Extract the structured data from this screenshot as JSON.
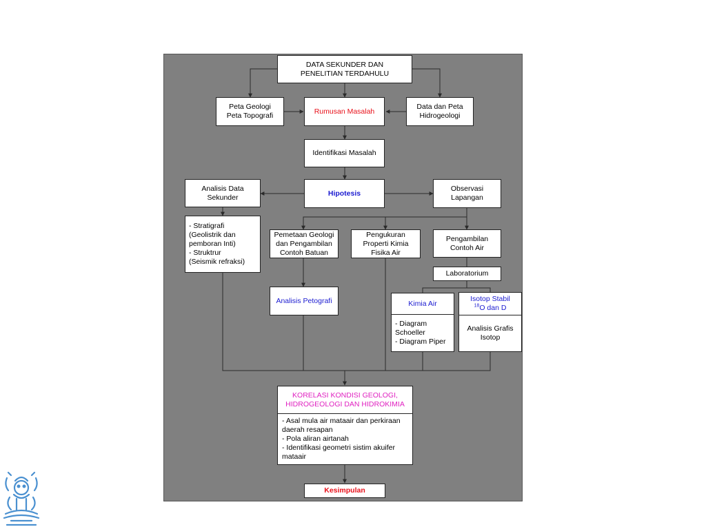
{
  "colors": {
    "panel": "#808080",
    "connector": "#2a2a2a",
    "red_text": "#e8101a",
    "blue_text": "#1a1ad0",
    "magenta_text": "#e020c0",
    "logo": "#4a90d0"
  },
  "icons": {
    "logo": "institution-logo-icon"
  },
  "nodes": {
    "data_sekunder": "DATA SEKUNDER DAN\nPENELITIAN TERDAHULU",
    "peta_geologi": "Peta Geologi\nPeta Topografi",
    "rumusan_masalah": "Rumusan Masalah",
    "data_peta_hidrogeologi": "Data dan Peta\nHidrogeologi",
    "identifikasi_masalah": "Identifikasi Masalah",
    "hipotesis": "Hipotesis",
    "analisis_data_sekunder": "Analisis Data\nSekunder",
    "observasi_lapangan": "Observasi\nLapangan",
    "stratigrafi_list": "- Stratigrafi\n  (Geolistrik dan\n  pemboran Inti)\n- Struktrur\n  (Seismik refraksi)",
    "pemetaan_geologi": "Pemetaan Geologi\ndan Pengambilan\nContoh Batuan",
    "pengukuran_properti": "Pengukuran\nProperti Kimia\nFisika Air",
    "pengambilan_contoh_air": "Pengambilan\nContoh Air",
    "laboratorium": "Laboratorium",
    "analisis_petografi": "Analisis Petografi",
    "kimia_air": "Kimia Air",
    "kimia_air_list": "-  Diagram\n   Schoeller\n-  Diagram Piper",
    "isotop_stabil_title": "Isotop Stabil",
    "isotop_sup": "18",
    "isotop_rest": "O dan D",
    "analisis_grafis": "Analisis Grafis\nIsotop",
    "korelasi_title": "KORELASI KONDISI GEOLOGI,\nHIDROGEOLOGI DAN HIDROKIMIA",
    "korelasi_list": "- Asal mula air mataair dan perkiraan\n  daerah resapan\n- Pola aliran airtanah\n- Identifikasi geometri sistim akuifer\n  mataair",
    "kesimpulan": "Kesimpulan"
  }
}
